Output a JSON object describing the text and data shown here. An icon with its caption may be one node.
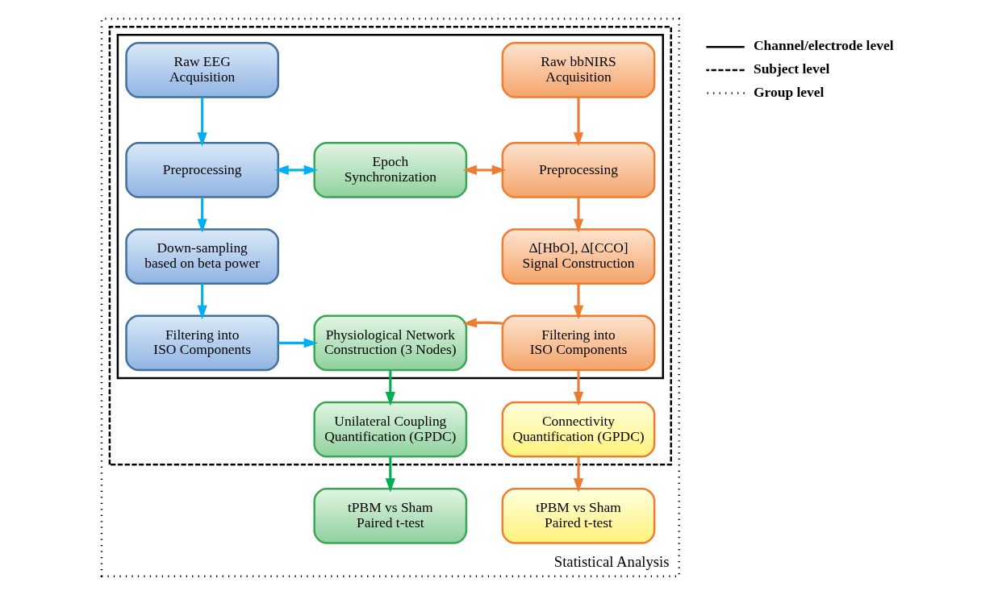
{
  "diagram": {
    "nodes": [
      {
        "text": [
          "Statistical Analysis"
        ]
      },
      {
        "text": [],
        "shape": "box",
        "in": 0
      },
      {
        "text": [],
        "shape": "box",
        "in": 1
      },
      {
        "text": [
          "Raw EEG Acquisition"
        ],
        "in": 2
      },
      {
        "text": [
          "Raw bbNIRS Acquisition"
        ],
        "in": 2
      },
      {
        "text": [
          "Preprocessing"
        ],
        "in": 2
      },
      {
        "text": [
          "Epoch Synchronization"
        ],
        "in": 2
      },
      {
        "text": [
          "Preprocessing"
        ],
        "in": 2
      },
      {
        "text": [
          "Down-sampling based on beta power"
        ],
        "in": 2
      },
      {
        "text": [
          "Δ[HbO], Δ[CCO] Signal Construction"
        ],
        "in": 2
      },
      {
        "text": [
          "Filtering into ISO Components"
        ],
        "in": 2
      },
      {
        "text": [
          "Physiological Network Construction (3 Nodes)"
        ],
        "in": 2
      },
      {
        "text": [
          "Filtering into ISO Components"
        ],
        "in": 2
      },
      {
        "text": [
          "Unilateral Coupling Quantification (GPDC)"
        ],
        "in": 1
      },
      {
        "text": [
          "Connectivity Quantification (GPDC)"
        ],
        "in": 1
      },
      {
        "text": [
          "tPBM vs Sham Paired t-test"
        ],
        "in": 0
      },
      {
        "text": [
          "tPBM vs Sham Paired t-test"
        ],
        "in": 0
      }
    ],
    "edges": [
      {
        "from": 3,
        "to": 5,
        "arrow": "to",
        "color": "#00b0f0"
      },
      {
        "from": 4,
        "to": 7,
        "arrow": "to",
        "color": "#ed7d31"
      },
      {
        "from": 5,
        "to": 6,
        "arrow": "both",
        "color": "#00b0f0"
      },
      {
        "from": 6,
        "to": 7,
        "arrow": "both",
        "color": "#ed7d31"
      },
      {
        "from": 5,
        "to": 8,
        "arrow": "to",
        "color": "#00b0f0"
      },
      {
        "from": 7,
        "to": 9,
        "arrow": "to",
        "color": "#ed7d31"
      },
      {
        "from": 8,
        "to": 10,
        "arrow": "to",
        "color": "#00b0f0"
      },
      {
        "from": 9,
        "to": 12,
        "arrow": "to",
        "color": "#ed7d31"
      },
      {
        "from": 10,
        "to": 11,
        "arrow": "to",
        "color": "#00b0f0"
      },
      {
        "from": 12,
        "to": 11,
        "arrow": "to",
        "color": "#ed7d31"
      },
      {
        "from": 11,
        "to": 13,
        "arrow": "to",
        "color": "#00b050"
      },
      {
        "from": 12,
        "to": 14,
        "arrow": "to",
        "color": "#ed7d31"
      },
      {
        "from": 13,
        "to": 15,
        "arrow": "to",
        "color": "#00b050"
      },
      {
        "from": 14,
        "to": 16,
        "arrow": "to",
        "color": "#ed7d31"
      }
    ],
    "legend": [
      {
        "text": "Channel/electrode level"
      },
      {
        "text": "Subject level"
      },
      {
        "text": "Group level"
      }
    ]
  }
}
